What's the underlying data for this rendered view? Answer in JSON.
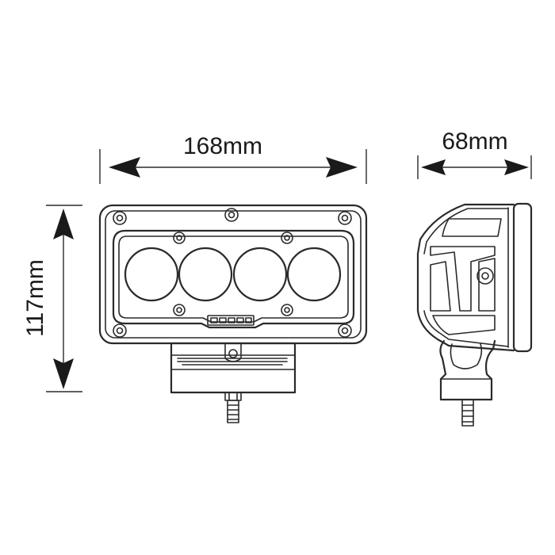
{
  "dimensions": {
    "width": "168mm",
    "depth": "68mm",
    "height": "117mm"
  },
  "colors": {
    "line": "#2a2a2a",
    "background": "#ffffff"
  }
}
